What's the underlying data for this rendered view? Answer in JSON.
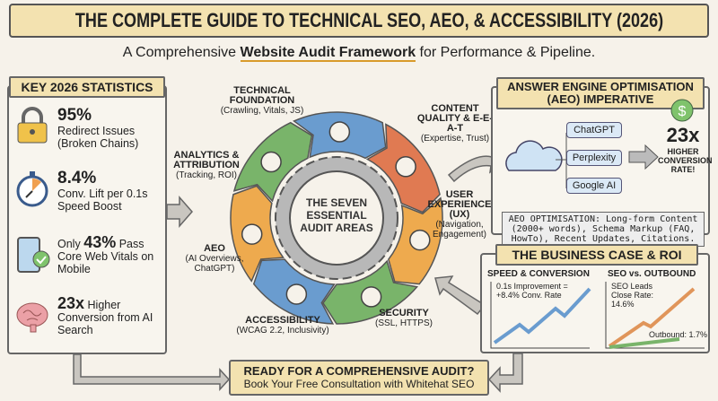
{
  "title": "THE COMPLETE GUIDE TO TECHNICAL SEO, AEO, & ACCESSIBILITY (2026)",
  "subtitle": {
    "pre": "A Comprehensive ",
    "highlight": "Website Audit Framework",
    "post": " for Performance & Pipeline."
  },
  "stats": {
    "heading": "KEY 2026 STATISTICS",
    "items": [
      {
        "icon": "padlock-icon",
        "value": "95%",
        "text": "Redirect Issues (Broken Chains)"
      },
      {
        "icon": "stopwatch-icon",
        "value": "8.4%",
        "text": "Conv. Lift per 0.1s Speed Boost"
      },
      {
        "icon": "mobile-check-icon",
        "pre": "Only ",
        "value": "43%",
        "text": " Pass Core Web Vitals on Mobile"
      },
      {
        "icon": "brain-icon",
        "value": "23x",
        "text": " Higher Conversion from AI Search"
      }
    ]
  },
  "cycle": {
    "center": "THE SEVEN ESSENTIAL AUDIT AREAS",
    "areas": [
      {
        "name": "TECHNICAL FOUNDATION",
        "detail": "(Crawling, Vitals, JS)",
        "color": "#6a9ccf",
        "icon": "gear-icon"
      },
      {
        "name": "CONTENT QUALITY & E-E-A-T",
        "detail": "(Expertise, Trust)",
        "color": "#e07a52",
        "icon": "certificate-icon"
      },
      {
        "name": "USER EXPERIENCE (UX)",
        "detail": "(Navigation, Engagement)",
        "color": "#eeaa4e",
        "icon": "user-icon"
      },
      {
        "name": "SECURITY",
        "detail": "(SSL, HTTPS)",
        "color": "#79b46a",
        "icon": "shield-lock-icon"
      },
      {
        "name": "ACCESSIBILITY",
        "detail": "(WCAG 2.2, Inclusivity)",
        "color": "#6a9ccf",
        "icon": "wheelchair-icon"
      },
      {
        "name": "AEO",
        "detail": "(AI Overviews, ChatGPT)",
        "color": "#eeaa4e",
        "icon": "brain-chat-icon"
      },
      {
        "name": "ANALYTICS & ATTRIBUTION",
        "detail": "(Tracking, ROI)",
        "color": "#79b46a",
        "icon": "bar-chart-icon"
      }
    ]
  },
  "aeo": {
    "heading": "ANSWER ENGINE OPTIMISATION (AEO) IMPERATIVE",
    "engines": [
      "ChatGPT",
      "Perplexity",
      "Google AI"
    ],
    "result_value": "23x",
    "result_text": "HIGHER CONVERSION RATE!",
    "note": "AEO OPTIMISATION: Long-form Content (2000+ words), Schema Markup (FAQ, HowTo), Recent Updates, Citations."
  },
  "roi": {
    "heading": "THE BUSINESS CASE & ROI",
    "speed": {
      "title": "SPEED & CONVERSION",
      "note": "0.1s Improvement = +8.4% Conv. Rate"
    },
    "seo": {
      "title": "SEO vs. OUTBOUND",
      "seo_label": "SEO Leads Close Rate: 14.6%",
      "outbound_label": "Outbound: 1.7%"
    }
  },
  "cta": {
    "heading": "READY FOR A COMPREHENSIVE AUDIT?",
    "text": "Book Your Free Consultation with Whitehat SEO"
  }
}
